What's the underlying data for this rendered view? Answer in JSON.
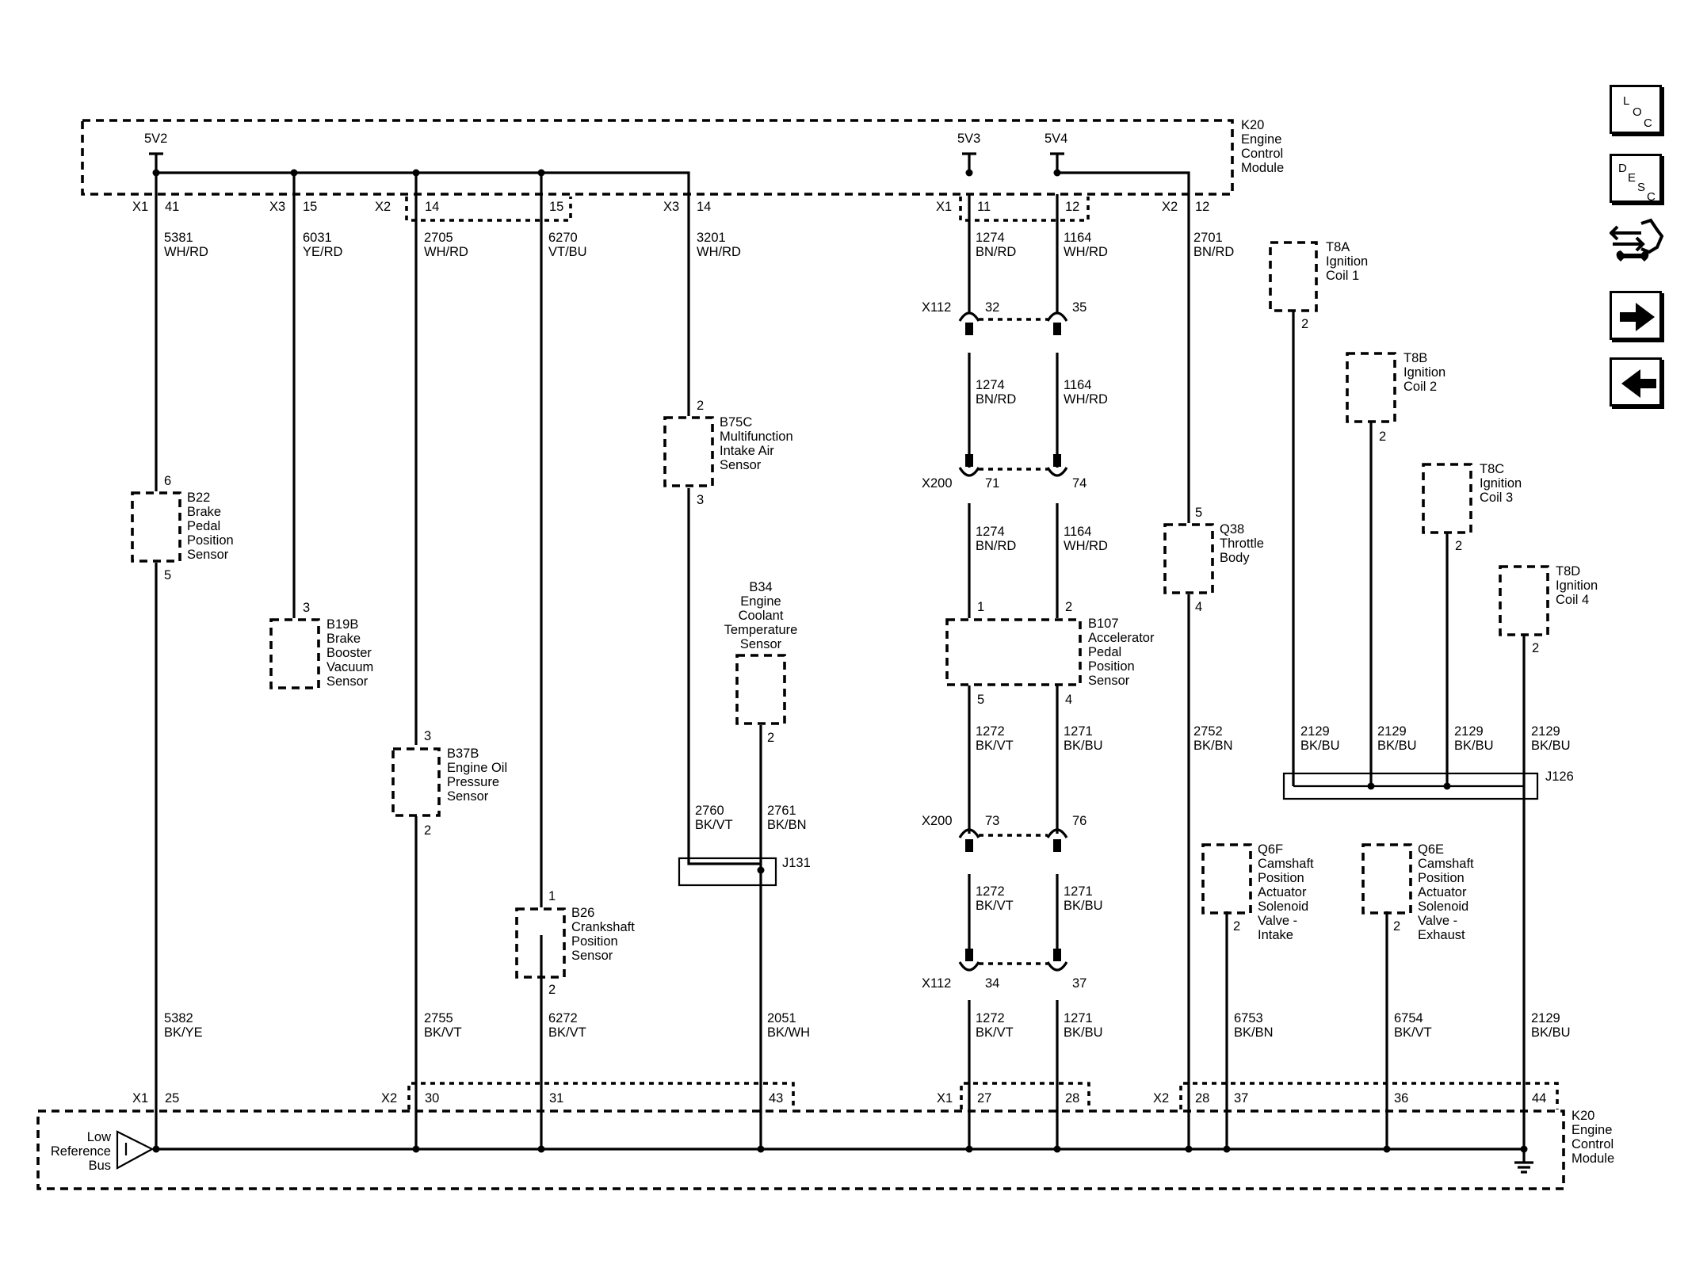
{
  "nav": {
    "loc": [
      "L",
      "O",
      "C"
    ],
    "desc": [
      "D",
      "E",
      "S",
      "C"
    ]
  },
  "ecm_top": {
    "name": [
      "K20",
      "Engine",
      "Control",
      "Module"
    ],
    "v1": "5V2",
    "v2": "5V3",
    "v3": "5V4"
  },
  "ecm_bottom": {
    "name": [
      "K20",
      "Engine",
      "Control",
      "Module"
    ],
    "bus": [
      "Low",
      "Reference",
      "Bus"
    ]
  },
  "top_conn": [
    {
      "c": "X1",
      "p": "41"
    },
    {
      "c": "X3",
      "p": "15"
    },
    {
      "c": "X2",
      "p": "14"
    },
    {
      "c": "",
      "p": "15"
    },
    {
      "c": "X3",
      "p": "14"
    },
    {
      "c": "X1",
      "p": "11"
    },
    {
      "c": "",
      "p": "12"
    },
    {
      "c": "X2",
      "p": "12"
    }
  ],
  "top_wires": [
    [
      "5381",
      "WH/RD"
    ],
    [
      "6031",
      "YE/RD"
    ],
    [
      "2705",
      "WH/RD"
    ],
    [
      "6270",
      "VT/BU"
    ],
    [
      "3201",
      "WH/RD"
    ],
    [
      "1274",
      "BN/RD"
    ],
    [
      "1164",
      "WH/RD"
    ],
    [
      "2701",
      "BN/RD"
    ]
  ],
  "sensors": {
    "b22": {
      "name": [
        "B22",
        "Brake",
        "Pedal",
        "Position",
        "Sensor"
      ],
      "pin_a": "6",
      "pin_b": "5"
    },
    "b19b": {
      "name": [
        "B19B",
        "Brake",
        "Booster",
        "Vacuum",
        "Sensor"
      ],
      "pin_a": "3"
    },
    "b37b": {
      "name": [
        "B37B",
        "Engine Oil",
        "Pressure",
        "Sensor"
      ],
      "pin_a": "3",
      "pin_b": "2"
    },
    "b26": {
      "name": [
        "B26",
        "Crankshaft",
        "Position",
        "Sensor"
      ],
      "pin_a": "1",
      "pin_b": "2"
    },
    "b75c": {
      "name": [
        "B75C",
        "Multifunction",
        "Intake Air",
        "Sensor"
      ],
      "pin_a": "2",
      "pin_b": "3"
    },
    "b34": {
      "name": [
        "B34",
        "Engine",
        "Coolant",
        "Temperature",
        "Sensor"
      ],
      "pin_b": "2"
    },
    "b107": {
      "name": [
        "B107",
        "Accelerator",
        "Pedal",
        "Position",
        "Sensor"
      ],
      "pins": [
        "1",
        "2",
        "5",
        "4"
      ]
    },
    "q38": {
      "name": [
        "Q38",
        "Throttle",
        "Body"
      ],
      "pin_a": "5",
      "pin_b": "4"
    },
    "t8a": {
      "name": [
        "T8A",
        "Ignition",
        "Coil 1"
      ],
      "pin": "2"
    },
    "t8b": {
      "name": [
        "T8B",
        "Ignition",
        "Coil 2"
      ],
      "pin": "2"
    },
    "t8c": {
      "name": [
        "T8C",
        "Ignition",
        "Coil 3"
      ],
      "pin": "2"
    },
    "t8d": {
      "name": [
        "T8D",
        "Ignition",
        "Coil 4"
      ],
      "pin": "2"
    },
    "q6f": {
      "name": [
        "Q6F",
        "Camshaft",
        "Position",
        "Actuator",
        "Solenoid",
        "Valve -",
        "Intake"
      ],
      "pin": "2"
    },
    "q6e": {
      "name": [
        "Q6E",
        "Camshaft",
        "Position",
        "Actuator",
        "Solenoid",
        "Valve -",
        "Exhaust"
      ],
      "pin": "2"
    }
  },
  "inline": {
    "x112a": {
      "name": "X112",
      "p1": "32",
      "p2": "35"
    },
    "x200a": {
      "name": "X200",
      "p1": "71",
      "p2": "74"
    },
    "x200b": {
      "name": "X200",
      "p1": "73",
      "p2": "76"
    },
    "x112b": {
      "name": "X112",
      "p1": "34",
      "p2": "37"
    }
  },
  "mid_wires": {
    "w1274b": [
      "1274",
      "BN/RD"
    ],
    "w1164b": [
      "1164",
      "WH/RD"
    ],
    "w1274c": [
      "1274",
      "BN/RD"
    ],
    "w1164c": [
      "1164",
      "WH/RD"
    ],
    "w1272a": [
      "1272",
      "BK/VT"
    ],
    "w1271a": [
      "1271",
      "BK/BU"
    ],
    "w1272b": [
      "1272",
      "BK/VT"
    ],
    "w1271b": [
      "1271",
      "BK/BU"
    ],
    "w2752": [
      "2752",
      "BK/BN"
    ],
    "w2760": [
      "2760",
      "BK/VT"
    ],
    "w2761": [
      "2761",
      "BK/BN"
    ],
    "coil_a": [
      "2129",
      "BK/BU"
    ],
    "coil_b": [
      "2129",
      "BK/BU"
    ],
    "coil_c": [
      "2129",
      "BK/BU"
    ],
    "coil_d": [
      "2129",
      "BK/BU"
    ]
  },
  "splices": {
    "j131": "J131",
    "j126": "J126"
  },
  "bottom_wires": [
    [
      "5382",
      "BK/YE"
    ],
    [
      "2755",
      "BK/VT"
    ],
    [
      "6272",
      "BK/VT"
    ],
    [
      "2051",
      "BK/WH"
    ],
    [
      "1272",
      "BK/VT"
    ],
    [
      "1271",
      "BK/BU"
    ],
    [
      "6753",
      "BK/BN"
    ],
    [
      "6754",
      "BK/VT"
    ],
    [
      "2129",
      "BK/BU"
    ]
  ],
  "bottom_conn": [
    {
      "c": "X1",
      "p": "25"
    },
    {
      "c": "X2",
      "p": "30"
    },
    {
      "c": "",
      "p": "31"
    },
    {
      "c": "",
      "p": "43"
    },
    {
      "c": "X1",
      "p": "27"
    },
    {
      "c": "",
      "p": "28"
    },
    {
      "c": "X2",
      "p": "28"
    },
    {
      "c": "",
      "p": "37"
    },
    {
      "c": "",
      "p": "36"
    },
    {
      "c": "",
      "p": "44"
    }
  ]
}
